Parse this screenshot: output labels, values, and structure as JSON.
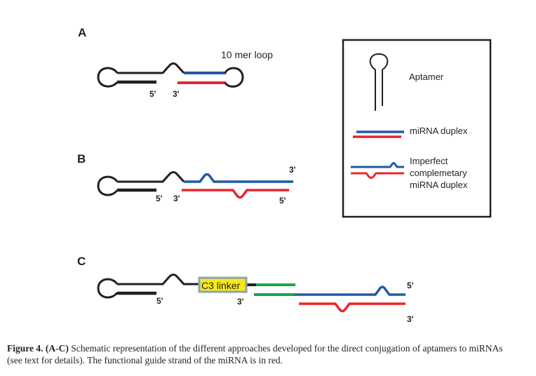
{
  "panels": {
    "a": {
      "label": "A",
      "loop_note": "10 mer loop",
      "five_prime": "5'",
      "three_prime": "3'"
    },
    "b": {
      "label": "B",
      "five_prime_aptamer": "5'",
      "three_prime_guide": "3'",
      "three_prime_passenger": "3'",
      "five_prime_guide": "5'"
    },
    "c": {
      "label": "C",
      "linker": "C3 linker",
      "five_prime_aptamer": "5'",
      "three_prime_linker": "3'",
      "five_prime_passenger": "5'",
      "three_prime_guide": "3'"
    }
  },
  "legend": {
    "aptamer": "Aptamer",
    "duplex": "miRNA duplex",
    "imperfect_line1": "Imperfect",
    "imperfect_line2": "complemetary",
    "imperfect_line3": "miRNA duplex"
  },
  "caption": {
    "bold": "Figure 4. (A-C)",
    "line1": " Schematic representation of the different approaches developed for the direct conjugation of aptamers to miRNAs",
    "line2": "(see text for details). The functional guide strand of the miRNA is in red."
  },
  "colors": {
    "aptamer": "#231f20",
    "passenger": "#1f5aa6",
    "guide": "#e8262d",
    "adapter": "#1aa64a",
    "linker_fill": "#f5e81c",
    "linker_border": "#8aa4b0"
  }
}
